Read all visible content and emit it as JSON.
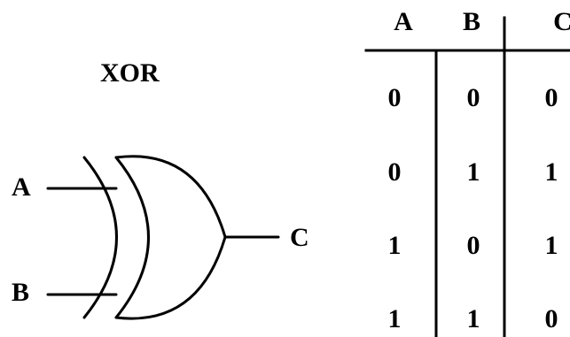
{
  "gate": {
    "title": "XOR",
    "input_a": "A",
    "input_b": "B",
    "output": "C"
  },
  "truth_table": {
    "headers": [
      "A",
      "B",
      "C"
    ],
    "rows": [
      [
        "0",
        "0",
        "0"
      ],
      [
        "0",
        "1",
        "1"
      ],
      [
        "1",
        "0",
        "1"
      ],
      [
        "1",
        "1",
        "0"
      ]
    ]
  },
  "colors": {
    "line": "#000000",
    "background": "#ffffff"
  }
}
